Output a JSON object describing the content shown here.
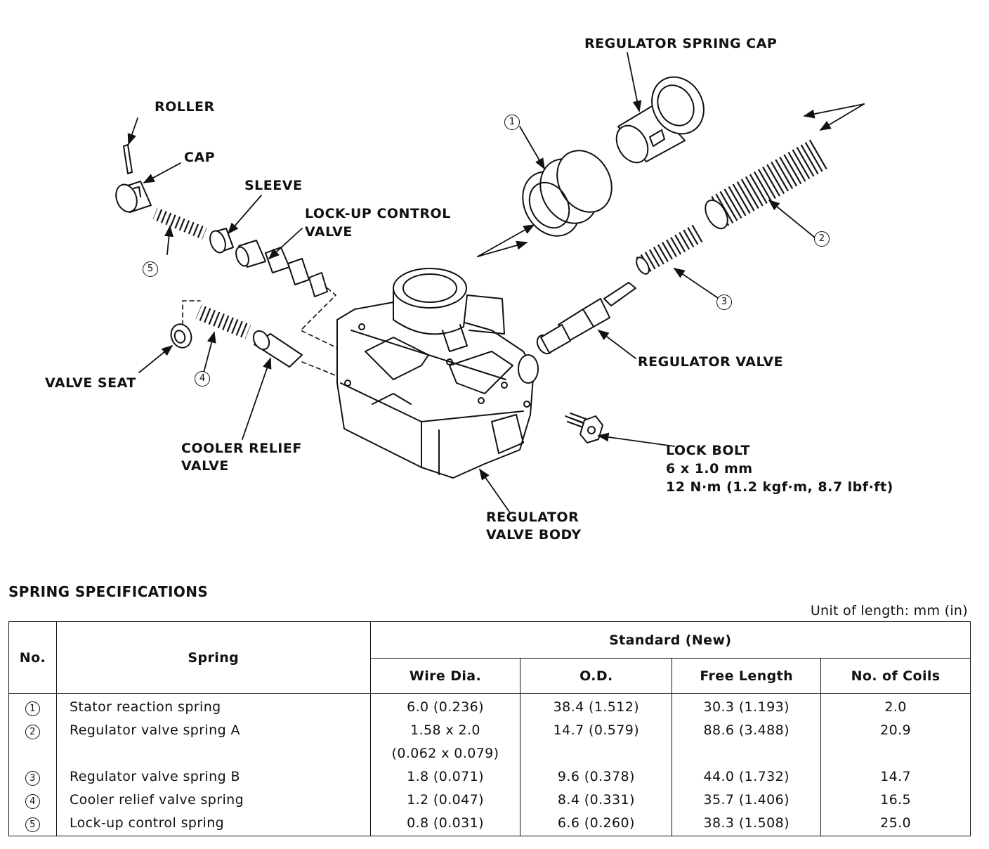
{
  "labels": {
    "regulator_spring_cap": "REGULATOR SPRING CAP",
    "roller": "ROLLER",
    "cap": "CAP",
    "sleeve": "SLEEVE",
    "lockup_control_valve_1": "LOCK-UP CONTROL",
    "lockup_control_valve_2": "VALVE",
    "valve_seat": "VALVE SEAT",
    "cooler_relief_valve_1": "COOLER RELIEF",
    "cooler_relief_valve_2": "VALVE",
    "regulator_valve": "REGULATOR VALVE",
    "lock_bolt": "LOCK BOLT",
    "lock_bolt_size": "6 x 1.0 mm",
    "lock_bolt_torque": "12 N·m (1.2 kgf·m, 8.7 lbf·ft)",
    "regulator_valve_body_1": "REGULATOR",
    "regulator_valve_body_2": "VALVE BODY",
    "callout_1": "1",
    "callout_2": "2",
    "callout_3": "3",
    "callout_4": "4",
    "callout_5": "5"
  },
  "spec": {
    "title": "SPRING SPECIFICATIONS",
    "unit": "Unit of length: mm (in)",
    "headers": {
      "no": "No.",
      "spring": "Spring",
      "standard": "Standard (New)",
      "wire_dia": "Wire Dia.",
      "od": "O.D.",
      "free_length": "Free Length",
      "coils": "No. of Coils"
    },
    "rows": [
      {
        "no": "1",
        "name": "Stator reaction spring",
        "wire": "6.0 (0.236)",
        "od": "38.4 (1.512)",
        "free": "30.3 (1.193)",
        "coils": "2.0"
      },
      {
        "no": "2",
        "name": "Regulator valve spring A",
        "wire": "1.58 x 2.0",
        "od": "14.7 (0.579)",
        "free": "88.6 (3.488)",
        "coils": "20.9"
      },
      {
        "no": "",
        "name": "",
        "wire": "(0.062 x 0.079)",
        "od": "",
        "free": "",
        "coils": ""
      },
      {
        "no": "3",
        "name": "Regulator valve spring B",
        "wire": "1.8 (0.071)",
        "od": "9.6 (0.378)",
        "free": "44.0 (1.732)",
        "coils": "14.7"
      },
      {
        "no": "4",
        "name": "Cooler relief valve spring",
        "wire": "1.2 (0.047)",
        "od": "8.4 (0.331)",
        "free": "35.7 (1.406)",
        "coils": "16.5"
      },
      {
        "no": "5",
        "name": "Lock-up control spring",
        "wire": "0.8 (0.031)",
        "od": "6.6 (0.260)",
        "free": "38.3 (1.508)",
        "coils": "25.0"
      }
    ]
  }
}
